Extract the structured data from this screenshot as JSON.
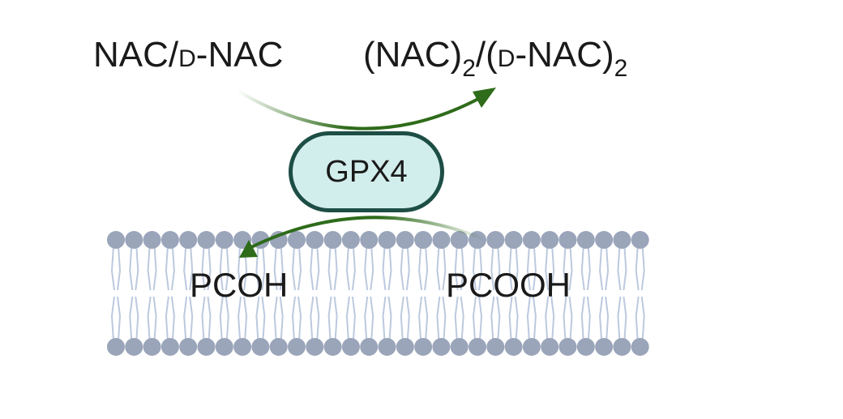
{
  "labels": {
    "reductant": {
      "base": "NAC/",
      "prefix": "D",
      "rest": "-NAC"
    },
    "oxidized": {
      "p1": "(NAC)",
      "sub1": "2",
      "p2": "/(",
      "prefix": "D",
      "p3": "-NAC)",
      "sub2": "2"
    },
    "enzyme": "GPX4",
    "product": "PCOH",
    "substrate": "PCOOH"
  },
  "membrane": {
    "heads_per_row": 30
  },
  "colors": {
    "arrow": "#2e6b1a",
    "enzyme_fill": "#d2eeec",
    "enzyme_border": "#1d4e45",
    "lipid_head": "#9aa5ba",
    "lipid_tail": "#bcc9de",
    "text": "#1a1a1a"
  }
}
